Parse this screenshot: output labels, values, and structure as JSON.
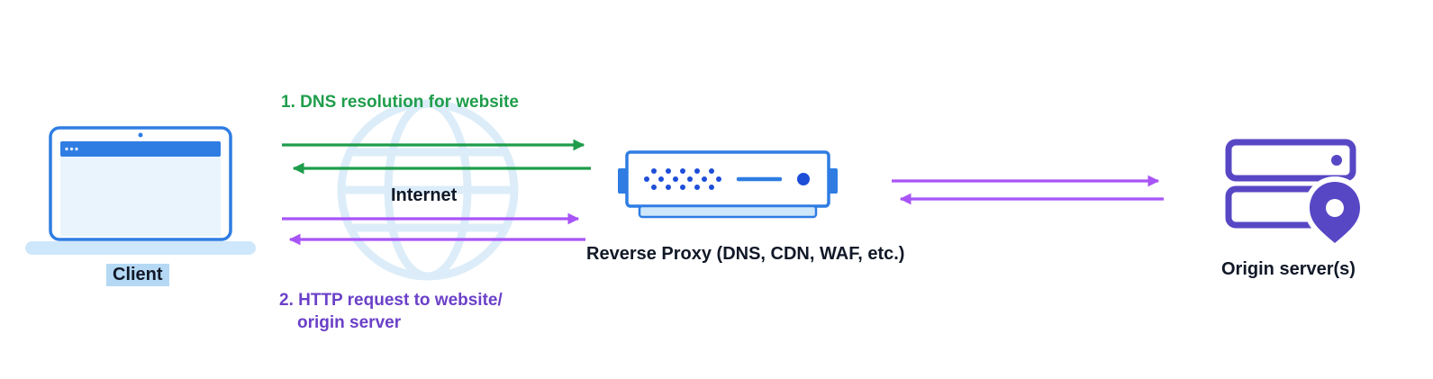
{
  "colors": {
    "green": "#1f9d4b",
    "purple": "#a855f7",
    "purple_text": "#6b40c8",
    "blue": "#2f7de3",
    "blue_dark": "#1d4ed8",
    "blue_light": "#cfe7fb",
    "blue_pale": "#eaf4fd",
    "globe": "#d7ebf9",
    "indigo": "#5847c5",
    "text_dark": "#111827",
    "client_highlight": "#b5d9f4"
  },
  "nodes": {
    "client": {
      "label": "Client"
    },
    "internet": {
      "label": "Internet"
    },
    "reverse_proxy": {
      "label": "Reverse Proxy (DNS, CDN, WAF, etc.)"
    },
    "origin": {
      "label": "Origin server(s)"
    }
  },
  "annotations": {
    "step1": "1. DNS resolution for website",
    "step2_line1": "2. HTTP request to website/",
    "step2_line2": "origin server"
  },
  "arrows": [
    {
      "name": "dns-request",
      "color": "green",
      "from": "client",
      "to": "reverse_proxy",
      "direction": "right"
    },
    {
      "name": "dns-response",
      "color": "green",
      "from": "reverse_proxy",
      "to": "client",
      "direction": "left"
    },
    {
      "name": "http-request",
      "color": "purple",
      "from": "client",
      "to": "reverse_proxy",
      "direction": "right"
    },
    {
      "name": "http-response",
      "color": "purple",
      "from": "reverse_proxy",
      "to": "client",
      "direction": "left"
    },
    {
      "name": "proxy-to-origin",
      "color": "purple",
      "from": "reverse_proxy",
      "to": "origin",
      "direction": "right"
    },
    {
      "name": "origin-to-proxy",
      "color": "purple",
      "from": "origin",
      "to": "reverse_proxy",
      "direction": "left"
    }
  ]
}
